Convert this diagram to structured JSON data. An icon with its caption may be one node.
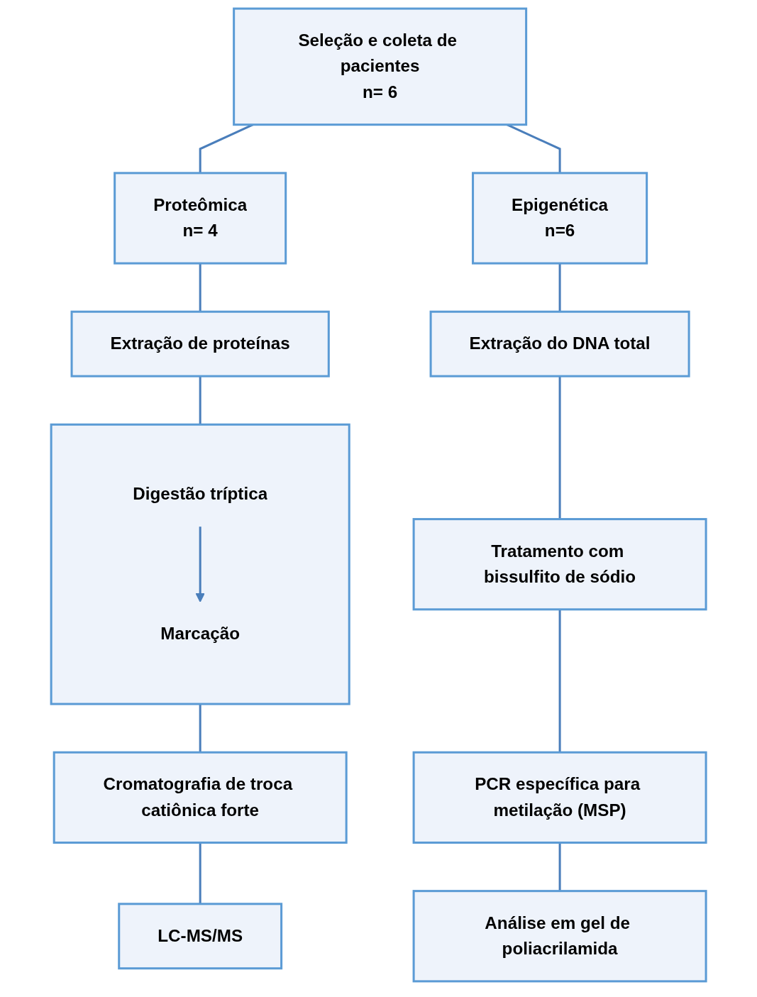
{
  "diagram": {
    "nodes": [
      {
        "text": [
          "Seleção e coleta de pacientes",
          "n= 6"
        ]
      },
      {
        "text": [
          "Proteômica",
          "n= 4"
        ]
      },
      {
        "text": [
          "Epigenética",
          "n=6"
        ]
      },
      {
        "text": [
          "Extração de proteínas"
        ]
      },
      {
        "text": [],
        "shape": "box"
      },
      {
        "text": [
          "Digestão tríptica"
        ],
        "in": 4
      },
      {
        "text": [
          "Marcação"
        ],
        "in": 4
      },
      {
        "text": [
          "Cromatografia de troca catiônica forte"
        ]
      },
      {
        "text": [
          "LC-MS/MS"
        ]
      },
      {
        "text": [
          "Extração do DNA total"
        ]
      },
      {
        "text": [
          "Tratamento com bissulfito de sódio"
        ]
      },
      {
        "text": [
          "PCR específica para metilação (MSP)"
        ]
      },
      {
        "text": [
          "Análise em gel de poliacrilamida"
        ]
      }
    ],
    "edges": [
      {
        "from": 0,
        "to": 1,
        "arrow": "none"
      },
      {
        "from": 0,
        "to": 2,
        "arrow": "none"
      },
      {
        "from": 1,
        "to": 3,
        "arrow": "none"
      },
      {
        "from": 3,
        "to": 4,
        "arrow": "none"
      },
      {
        "from": 5,
        "to": 6,
        "arrow": "to"
      },
      {
        "from": 4,
        "to": 7,
        "arrow": "none"
      },
      {
        "from": 7,
        "to": 8,
        "arrow": "none"
      },
      {
        "from": 2,
        "to": 9,
        "arrow": "none"
      },
      {
        "from": 9,
        "to": 10,
        "arrow": "none"
      },
      {
        "from": 10,
        "to": 11,
        "arrow": "none"
      },
      {
        "from": 11,
        "to": 12,
        "arrow": "none"
      }
    ]
  }
}
